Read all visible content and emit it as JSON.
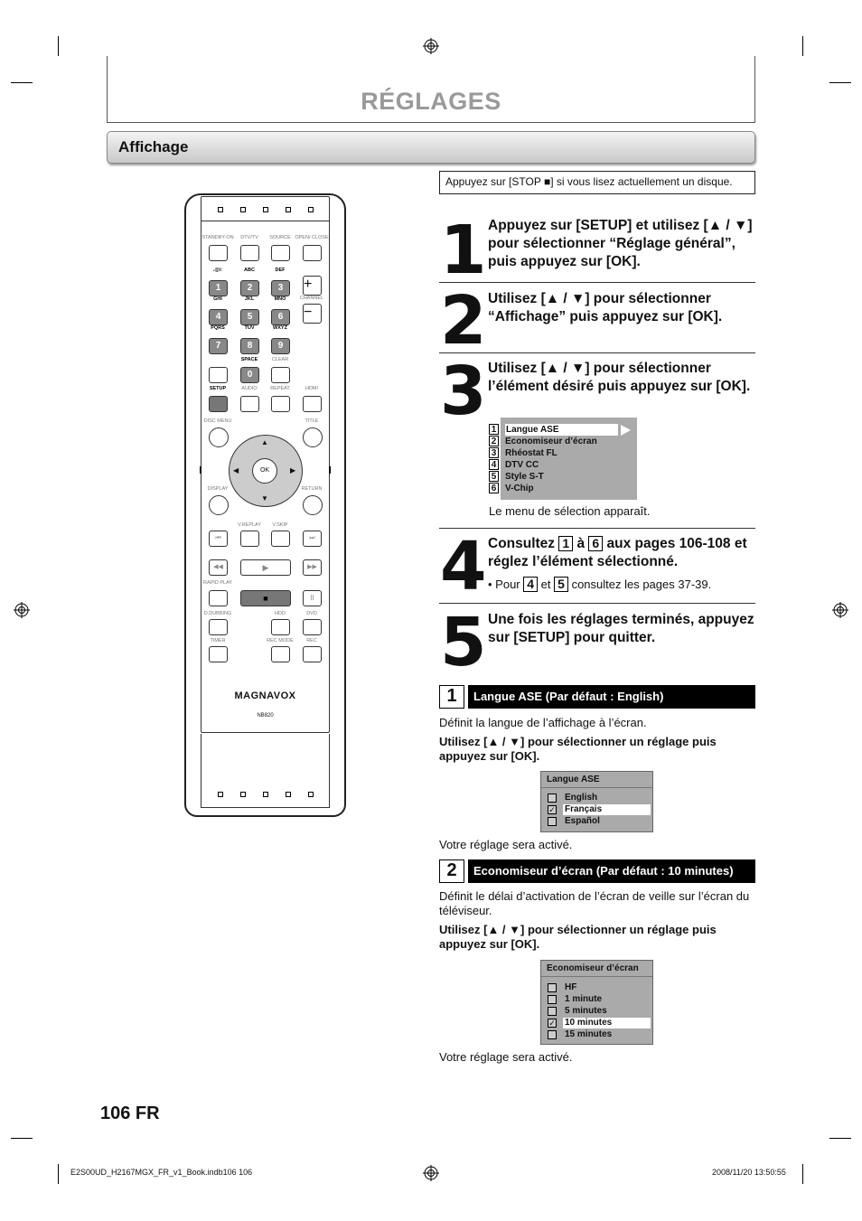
{
  "page": {
    "title": "RÉGLAGES",
    "section": "Affichage",
    "note": "Appuyez sur [STOP ■] si vous lisez actuellement un disque.",
    "page_number": "106  FR",
    "footer_left": "E2S00UD_H2167MGX_FR_v1_Book.indb106   106",
    "footer_right": "2008/11/20   13:50:55"
  },
  "steps": [
    {
      "num": "1",
      "text": "Appuyez sur [SETUP] et utilisez [▲ / ▼] pour sélectionner “Réglage général”, puis appuyez sur [OK]."
    },
    {
      "num": "2",
      "text": "Utilisez [▲ / ▼] pour sélectionner “Affichage” puis appuyez sur [OK]."
    },
    {
      "num": "3",
      "text": "Utilisez [▲ / ▼] pour sélectionner l’élément désiré puis appuyez sur [OK]."
    },
    {
      "num": "4",
      "text_a": "Consultez",
      "text_b": "à",
      "text_c": "aux pages 106-108 et réglez l’élément sélectionné.",
      "box_a": "1",
      "box_b": "6",
      "bullet_a": "• Pour",
      "bullet_b": "et",
      "bullet_c": "consultez les pages 37-39.",
      "bullet_box_a": "4",
      "bullet_box_b": "5"
    },
    {
      "num": "5",
      "text": "Une fois les réglages terminés, appuyez sur [SETUP] pour quitter."
    }
  ],
  "menu3": {
    "items": [
      "Langue ASE",
      "Economiseur d’écran",
      "Rhéostat FL",
      "DTV CC",
      "Style S-T",
      "V-Chip"
    ],
    "numbers": [
      "1",
      "2",
      "3",
      "4",
      "5",
      "6"
    ],
    "caption": "Le menu de sélection apparaît."
  },
  "sub1": {
    "num": "1",
    "title": "Langue ASE (Par défaut : English)",
    "desc": "Définit la langue de l’affichage à l’écran.",
    "instr": "Utilisez [▲ / ▼] pour sélectionner un réglage puis appuyez sur [OK].",
    "box_title": "Langue ASE",
    "options": [
      "English",
      "Français",
      "Español"
    ],
    "selected_index": 1,
    "result": "Votre réglage sera activé."
  },
  "sub2": {
    "num": "2",
    "title": "Economiseur d’écran (Par défaut : 10 minutes)",
    "desc": "Définit le délai d’activation de l’écran de veille sur l’écran du téléviseur.",
    "instr": "Utilisez [▲ / ▼] pour sélectionner un réglage puis appuyez sur [OK].",
    "box_title": "Economiseur d’écran",
    "options": [
      "HF",
      "1 minute",
      "5 minutes",
      "10 minutes",
      "15 minutes"
    ],
    "selected_index": 3,
    "result": "Votre réglage sera activé."
  },
  "remote": {
    "brand": "MAGNAVOX",
    "model": "NB820",
    "top_labels": [
      "STANDBY-ON",
      "DTV/TV",
      "SOURCE",
      "OPEN/ CLOSE"
    ],
    "digit_letters": [
      ".@/:",
      "ABC",
      "DEF",
      "GHI",
      "JKL",
      "MNO",
      "PQRS",
      "TUV",
      "WXYZ"
    ],
    "digits": [
      "1",
      "2",
      "3",
      "4",
      "5",
      "6",
      "7",
      "8",
      "9",
      "0"
    ],
    "labels": {
      "channel": "CHANNEL",
      "space": "SPACE",
      "clear": "CLEAR",
      "setup": "SETUP",
      "audio": "AUDIO",
      "repeat": "REPEAT",
      "hdmi": "HDMI",
      "disc_menu": "DISC MENU",
      "title": "TITLE",
      "ok": "OK",
      "display": "DISPLAY",
      "return": "RETURN",
      "vreplay": "V.REPLAY",
      "vskip": "V.SKIP",
      "rapid_play": "RAPID PLAY",
      "ddubbing": "D.DUBBING",
      "hdd": "HDD",
      "dvd": "DVD",
      "timer": "TIMER",
      "rec_mode": "REC MODE",
      "rec": "REC"
    }
  }
}
